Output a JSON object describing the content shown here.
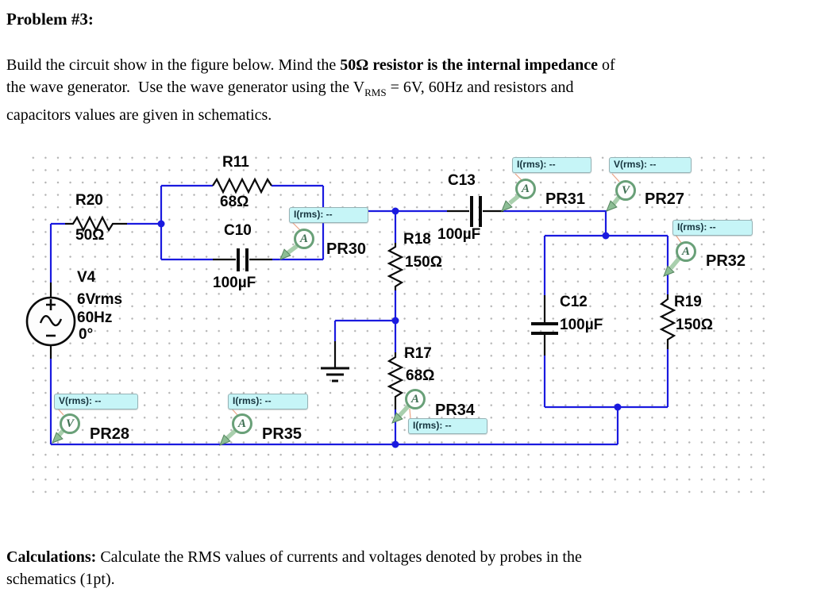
{
  "document": {
    "title": "Problem #3:",
    "p1_line1_pre": "Build the circuit show in the figure below. Mind the ",
    "p1_line1_bold": "50Ω resistor is the internal impedance",
    "p1_line1_post": " of",
    "p1_line2_pre": "the wave generator.  Use the wave generator using the V",
    "p1_line2_sub": "RMS",
    "p1_line2_post": " = 6V, 60Hz and resistors and",
    "p1_line3": "capacitors values are given in schematics.",
    "calc_bold": "Calculations:",
    "calc_line1": " Calculate the RMS values of currents and voltages denoted by probes in the",
    "calc_line2": "schematics (1pt)."
  },
  "schematic": {
    "components": {
      "R20": {
        "label": "R20",
        "value": "50Ω"
      },
      "R11": {
        "label": "R11",
        "value": "68Ω"
      },
      "C10": {
        "label": "C10",
        "value": "100µF"
      },
      "V4": {
        "label": "V4",
        "value": "6Vrms",
        "freq": "60Hz",
        "phase": "0°"
      },
      "C13": {
        "label": "C13",
        "value": "100µF"
      },
      "R18": {
        "label": "R18",
        "value": "150Ω"
      },
      "R17": {
        "label": "R17",
        "value": "68Ω"
      },
      "C12": {
        "label": "C12",
        "value": "100µF"
      },
      "R19": {
        "label": "R19",
        "value": "150Ω"
      }
    },
    "probes": {
      "PR30": {
        "label": "PR30",
        "letter": "A",
        "reading": "I(rms): --"
      },
      "PR31": {
        "label": "PR31",
        "letter": "A",
        "reading": "I(rms): --"
      },
      "PR27": {
        "label": "PR27",
        "letter": "V",
        "reading": "V(rms): --"
      },
      "PR32": {
        "label": "PR32",
        "letter": "A",
        "reading": "I(rms): --"
      },
      "PR28": {
        "label": "PR28",
        "letter": "V",
        "reading": "V(rms): --"
      },
      "PR35": {
        "label": "PR35",
        "letter": "A",
        "reading": "I(rms): --"
      },
      "PR34": {
        "label": "PR34",
        "letter": "A",
        "reading": "I(rms): --"
      }
    },
    "colors": {
      "wire": "#1a1adf",
      "probe_green": "#69a078",
      "reading_bg": "#c6f5f7"
    }
  }
}
